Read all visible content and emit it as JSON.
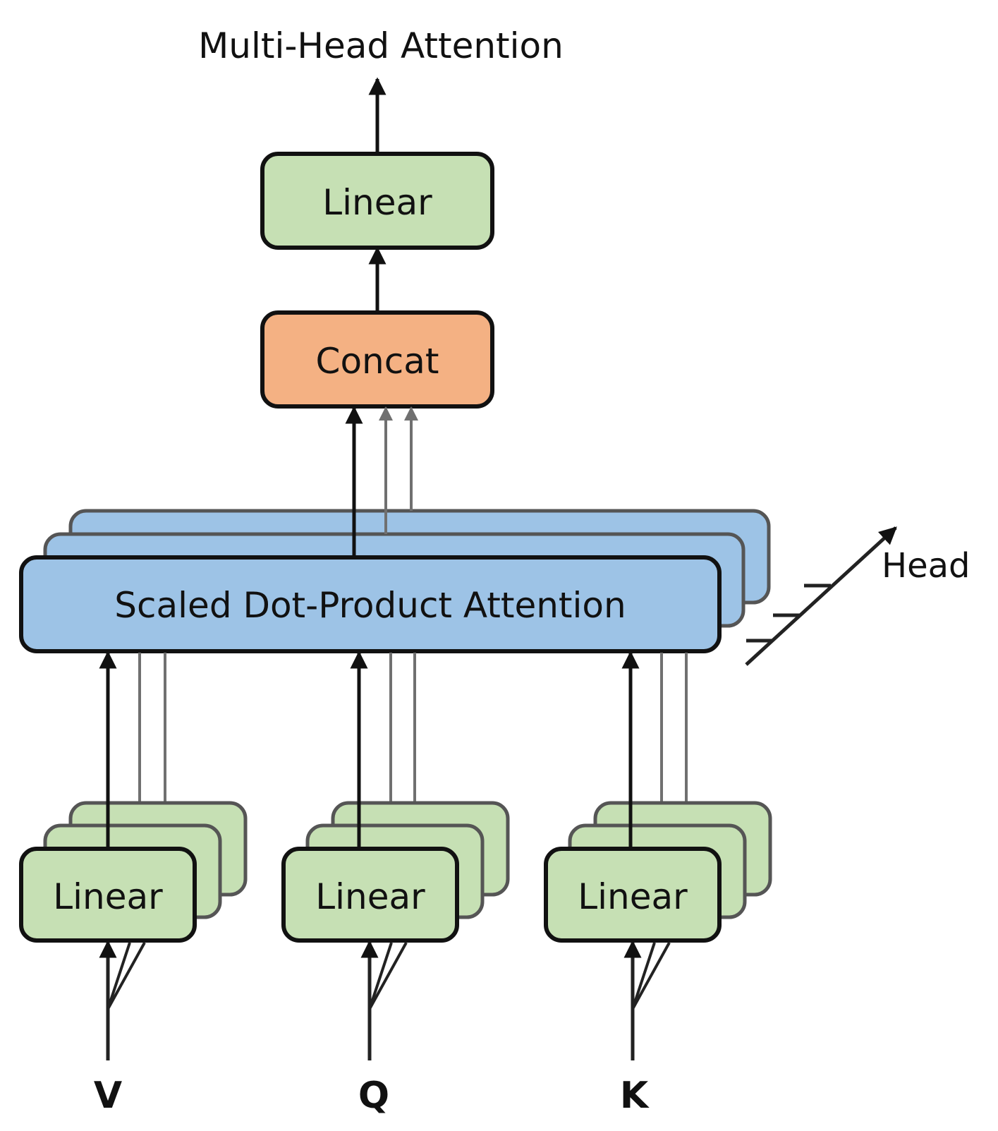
{
  "title": "Multi-Head Attention",
  "output_linear_label": "Linear",
  "concat_label": "Concat",
  "attention_label": "Scaled Dot-Product Attention",
  "head_label": "Head",
  "inputs": [
    {
      "linear_label": "Linear",
      "input_label": "V"
    },
    {
      "linear_label": "Linear",
      "input_label": "Q"
    },
    {
      "linear_label": "Linear",
      "input_label": "K"
    }
  ],
  "colors": {
    "linear_fill": "#c6e0b4",
    "concat_fill": "#f4b183",
    "attention_fill": "#9dc3e6",
    "border_dark": "#111111",
    "border_gray": "#555555",
    "line_gray": "#707070"
  }
}
